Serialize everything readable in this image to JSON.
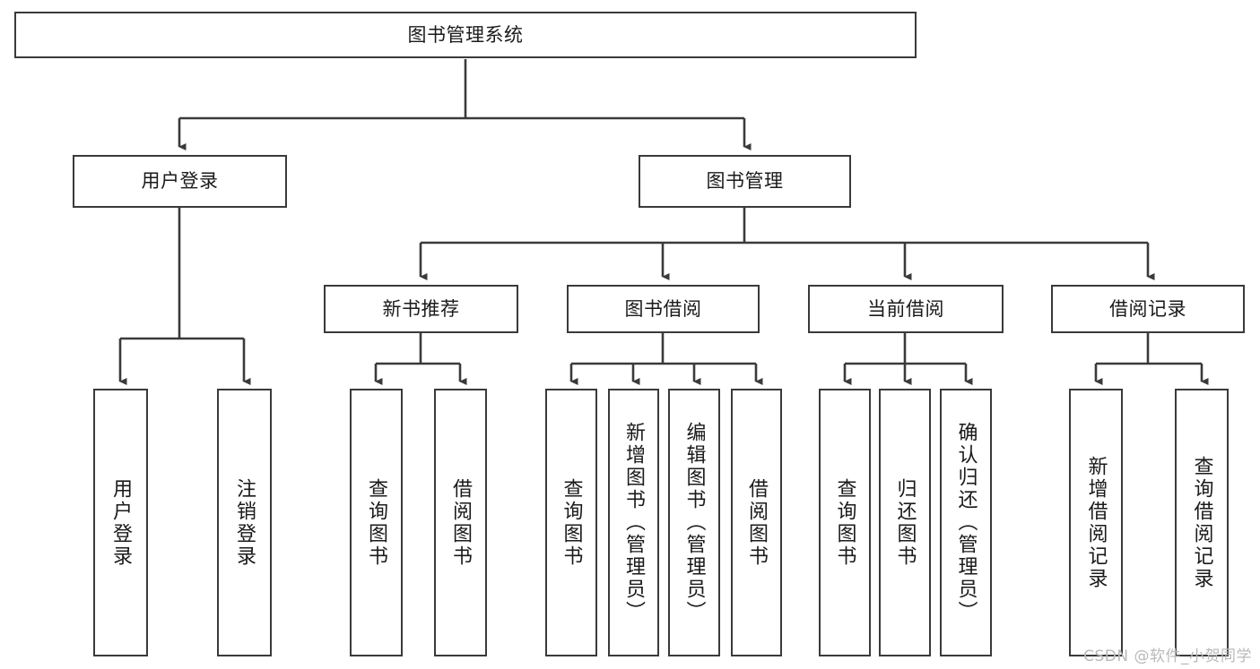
{
  "diagram": {
    "type": "tree-hierarchy",
    "title": "图书管理系统",
    "root": {
      "id": "root",
      "label": "图书管理系统"
    },
    "level1": [
      {
        "id": "user-login",
        "label": "用户登录"
      },
      {
        "id": "book-manage",
        "label": "图书管理"
      }
    ],
    "level2": [
      {
        "id": "new-book-recommend",
        "label": "新书推荐",
        "parent": "book-manage"
      },
      {
        "id": "book-borrow",
        "label": "图书借阅",
        "parent": "book-manage"
      },
      {
        "id": "current-borrow",
        "label": "当前借阅",
        "parent": "book-manage"
      },
      {
        "id": "borrow-record",
        "label": "借阅记录",
        "parent": "book-manage"
      }
    ],
    "leaves": [
      {
        "id": "leaf-user-login",
        "label": "用户登录",
        "parent": "user-login"
      },
      {
        "id": "leaf-user-logout",
        "label": "注销登录",
        "parent": "user-login"
      },
      {
        "id": "leaf-query-book-1",
        "label": "查询图书",
        "parent": "new-book-recommend"
      },
      {
        "id": "leaf-borrow-book-1",
        "label": "借阅图书",
        "parent": "new-book-recommend"
      },
      {
        "id": "leaf-query-book-2",
        "label": "查询图书",
        "parent": "book-borrow"
      },
      {
        "id": "leaf-add-book",
        "label": "新增图书（管理员）",
        "parent": "book-borrow"
      },
      {
        "id": "leaf-edit-book",
        "label": "编辑图书（管理员）",
        "parent": "book-borrow"
      },
      {
        "id": "leaf-borrow-book-2",
        "label": "借阅图书",
        "parent": "book-borrow"
      },
      {
        "id": "leaf-query-book-3",
        "label": "查询图书",
        "parent": "current-borrow"
      },
      {
        "id": "leaf-return-book",
        "label": "归还图书",
        "parent": "current-borrow"
      },
      {
        "id": "leaf-confirm-return",
        "label": "确认归还（管理员）",
        "parent": "current-borrow"
      },
      {
        "id": "leaf-add-record",
        "label": "新增借阅记录",
        "parent": "borrow-record"
      },
      {
        "id": "leaf-query-record",
        "label": "查询借阅记录",
        "parent": "borrow-record"
      }
    ],
    "colors": {
      "box_border": "#3a3a3a",
      "box_fill": "#ffffff",
      "edge": "#3a3a3a",
      "text": "#1a1a1a",
      "watermark": "#b9b9b9",
      "background": "#ffffff"
    }
  },
  "watermark": {
    "text": "CSDN @软件_小贺同学"
  }
}
